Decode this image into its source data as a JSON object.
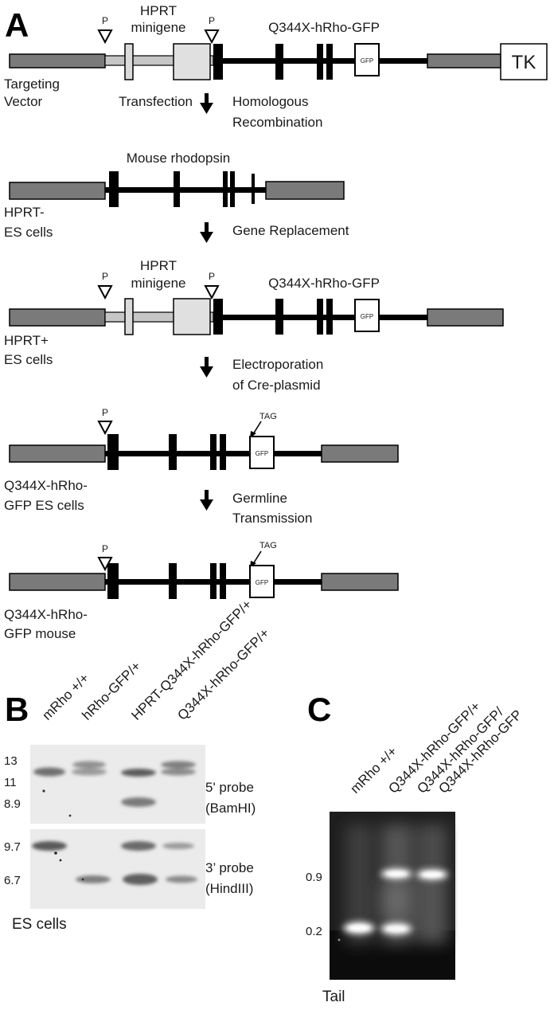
{
  "panels": {
    "a": "A",
    "b": "B",
    "c": "C"
  },
  "panel_a": {
    "label_p": "P",
    "label_hprt_line1": "HPRT",
    "label_hprt_line2": "minigene",
    "label_construct": "Q344X-hRho-GFP",
    "label_gfp": "GFP",
    "label_tk": "TK",
    "label_tag": "TAG",
    "label_mouse_rhodopsin": "Mouse rhodopsin",
    "rows": [
      {
        "name_line1": "Targeting",
        "name_line2": "Vector"
      },
      {
        "name_line1": "HPRT-",
        "name_line2": "ES cells"
      },
      {
        "name_line1": "HPRT+",
        "name_line2": "ES cells"
      },
      {
        "name_line1": "Q344X-hRho-",
        "name_line2": "GFP ES cells"
      },
      {
        "name_line1": "Q344X-hRho-",
        "name_line2": "GFP mouse"
      }
    ],
    "steps": [
      {
        "left": "Transfection",
        "right_line1": "Homologous",
        "right_line2": "Recombination"
      },
      {
        "right_line1": "Gene Replacement"
      },
      {
        "right_line1": "Electroporation",
        "right_line2": "of Cre-plasmid"
      },
      {
        "right_line1": "Germline",
        "right_line2": "Transmission"
      }
    ]
  },
  "panel_b": {
    "lanes": [
      "mRho +/+",
      "hRho-GFP/+",
      "HPRT-Q344X-hRho-GFP/+",
      "Q344X-hRho-GFP/+"
    ],
    "blot_top_markers": [
      "13",
      "11",
      "8.9"
    ],
    "blot_bottom_markers": [
      "9.7",
      "6.7"
    ],
    "probe_5_line1": "5' probe",
    "probe_5_line2": "(BamHI)",
    "probe_3_line1": "3’ probe",
    "probe_3_line2": "(HindIII)",
    "sample": "ES cells"
  },
  "panel_c": {
    "lanes": [
      "mRho +/+",
      "Q344X-hRho-GFP/+",
      "Q344X-hRho-GFP/",
      "Q344X-hRho-GFP"
    ],
    "markers": [
      "0.9",
      "0.2"
    ],
    "sample": "Tail"
  }
}
